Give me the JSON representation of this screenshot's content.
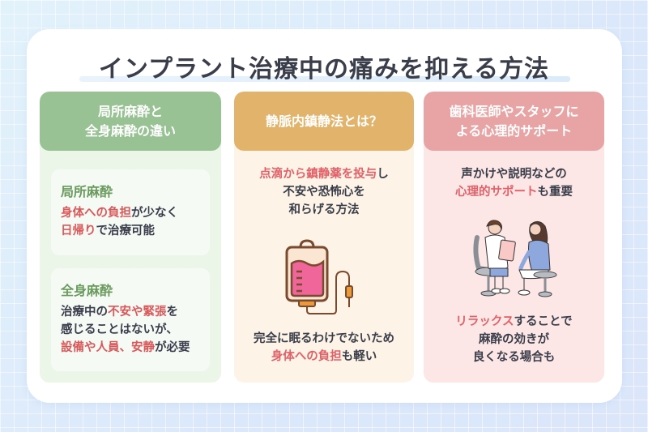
{
  "title": "インプラント治療中の痛みを抑える方法",
  "colors": {
    "green_header": "#98c293",
    "orange_header": "#e2b46b",
    "pink_header": "#e8a4a5",
    "highlight": "#d9595b",
    "text": "#3a3d4a"
  },
  "columns": [
    {
      "header_lines": [
        "局所麻酔と",
        "全身麻酔の違い"
      ],
      "subcards": [
        {
          "title": "局所麻酔",
          "lines": [
            [
              {
                "t": "身体への負担",
                "hl": true
              },
              {
                "t": "が少なく",
                "hl": false
              }
            ],
            [
              {
                "t": "日帰り",
                "hl": true
              },
              {
                "t": "で治療可能",
                "hl": false
              }
            ]
          ]
        },
        {
          "title": "全身麻酔",
          "lines": [
            [
              {
                "t": "治療中の",
                "hl": false
              },
              {
                "t": "不安や緊張",
                "hl": true
              },
              {
                "t": "を",
                "hl": false
              }
            ],
            [
              {
                "t": "感じることはないが、",
                "hl": false
              }
            ],
            [
              {
                "t": "設備や人員、安静",
                "hl": true
              },
              {
                "t": "が必要",
                "hl": false
              }
            ]
          ]
        }
      ]
    },
    {
      "header_lines": [
        "静脈内鎮静法とは？"
      ],
      "top_text": {
        "l1_hl": "点滴から鎮静薬を投与",
        "l1_rest": "し",
        "l2": "不安や恐怖心を",
        "l3": "和らげる方法"
      },
      "icon": "iv-drip-bag-icon",
      "bottom_text": {
        "l1": "完全に眠るわけでないため",
        "l2_hl": "身体への負担",
        "l2_rest": "も軽い"
      }
    },
    {
      "header_lines": [
        "歯科医師やスタッフに",
        "よる心理的サポート"
      ],
      "top_text": {
        "l1": "声かけや説明などの",
        "l2_hl": "心理的サポート",
        "l2_rest": "も重要"
      },
      "icon": "doctor-patient-consultation-illustration",
      "bottom_text": {
        "l1_hl": "リラックス",
        "l1_rest": "することで",
        "l2": "麻酔の効きが",
        "l3": "良くなる場合も"
      }
    }
  ]
}
